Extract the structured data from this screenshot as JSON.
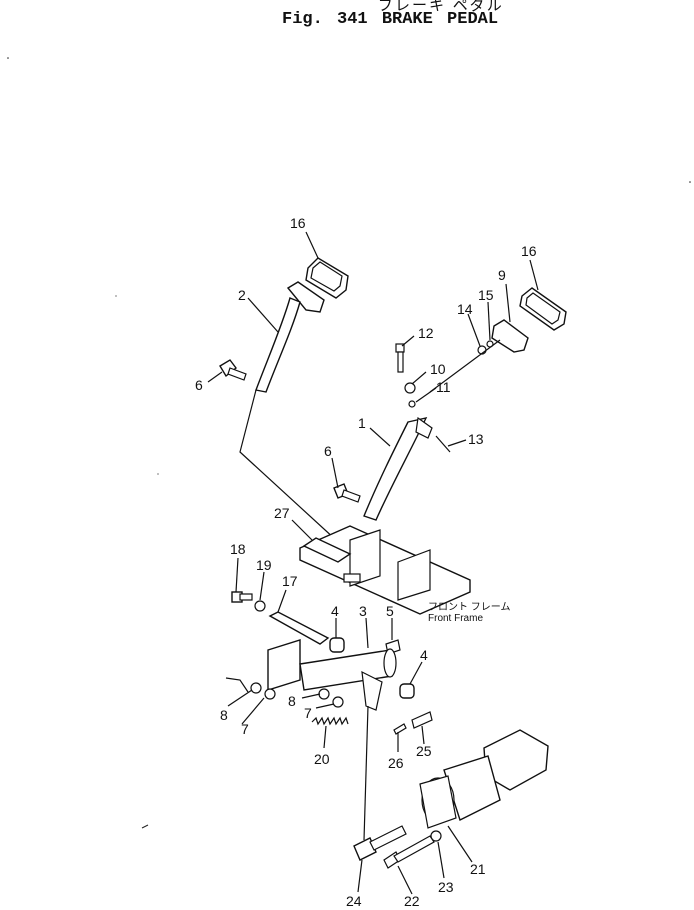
{
  "title": {
    "japanese": "ブレーキ ペダル",
    "figure": "Fig. 341",
    "name": "BRAKE PEDAL"
  },
  "annotation": {
    "japanese": "フロント フレーム",
    "english": "Front Frame"
  },
  "callouts": [
    "16",
    "2",
    "6",
    "16",
    "9",
    "15",
    "14",
    "12",
    "10",
    "11",
    "1",
    "13",
    "6",
    "27",
    "18",
    "19",
    "17",
    "4",
    "3",
    "5",
    "4",
    "8",
    "8",
    "7",
    "7",
    "20",
    "26",
    "25",
    "21",
    "23",
    "24",
    "22"
  ]
}
